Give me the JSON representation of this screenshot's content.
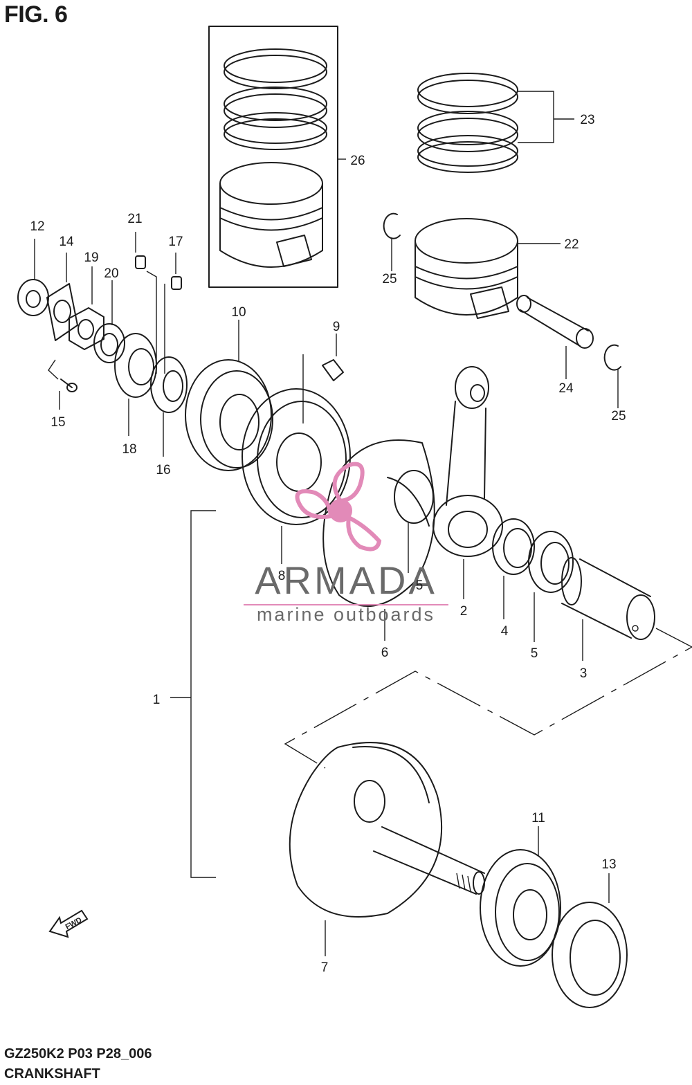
{
  "figure": {
    "title": "FIG. 6",
    "code": "GZ250K2 P03 P28_006",
    "caption": "CRANKSHAFT"
  },
  "fwd_marker": {
    "label": "FWD"
  },
  "watermark": {
    "brand": "ARMADA",
    "tagline": "marine outboards",
    "accent_color": "#e28ab8",
    "text_color": "#6a6a6a"
  },
  "parts": [
    {
      "id": "1",
      "label": "1"
    },
    {
      "id": "2",
      "label": "2"
    },
    {
      "id": "3",
      "label": "3"
    },
    {
      "id": "4",
      "label": "4"
    },
    {
      "id": "5a",
      "label": "5"
    },
    {
      "id": "5b",
      "label": "5"
    },
    {
      "id": "6",
      "label": "6"
    },
    {
      "id": "7",
      "label": "7"
    },
    {
      "id": "8",
      "label": "8"
    },
    {
      "id": "9",
      "label": "9"
    },
    {
      "id": "10",
      "label": "10"
    },
    {
      "id": "11",
      "label": "11"
    },
    {
      "id": "12",
      "label": "12"
    },
    {
      "id": "13",
      "label": "13"
    },
    {
      "id": "14",
      "label": "14"
    },
    {
      "id": "15",
      "label": "15"
    },
    {
      "id": "16",
      "label": "16"
    },
    {
      "id": "17",
      "label": "17"
    },
    {
      "id": "18",
      "label": "18"
    },
    {
      "id": "19",
      "label": "19"
    },
    {
      "id": "20",
      "label": "20"
    },
    {
      "id": "21",
      "label": "21"
    },
    {
      "id": "22",
      "label": "22"
    },
    {
      "id": "23",
      "label": "23"
    },
    {
      "id": "24",
      "label": "24"
    },
    {
      "id": "25a",
      "label": "25"
    },
    {
      "id": "25b",
      "label": "25"
    },
    {
      "id": "26",
      "label": "26"
    }
  ]
}
